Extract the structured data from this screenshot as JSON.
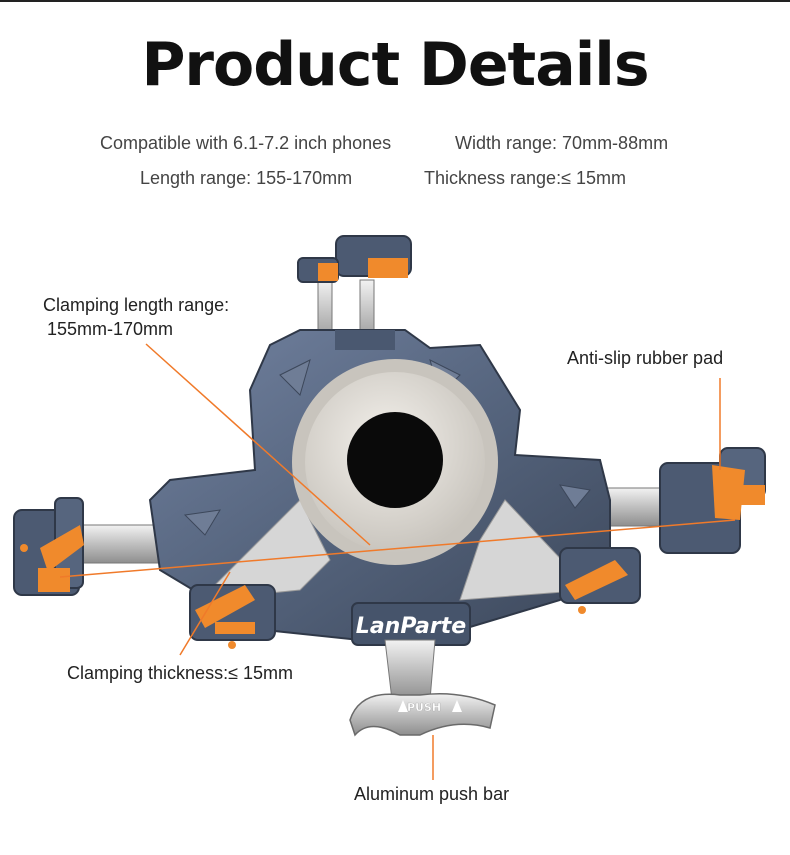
{
  "header": {
    "title": "Product Details"
  },
  "specs": {
    "compatible": "Compatible with 6.1-7.2 inch phones",
    "width": "Width range: 70mm-88mm",
    "length": "Length range: 155-170mm",
    "thickness": "Thickness range:≤ 15mm"
  },
  "callouts": {
    "clamping_length_1": "Clamping length range:",
    "clamping_length_2": "155mm-170mm",
    "anti_slip": "Anti-slip rubber pad",
    "clamping_thickness": "Clamping thickness:≤ 15mm",
    "push_bar": "Aluminum push bar"
  },
  "product": {
    "brand": "LanParte",
    "push_label": "PUSH",
    "body_color": "#56657e",
    "accent_color": "#f08a2c",
    "line_color": "#f07a2a"
  }
}
